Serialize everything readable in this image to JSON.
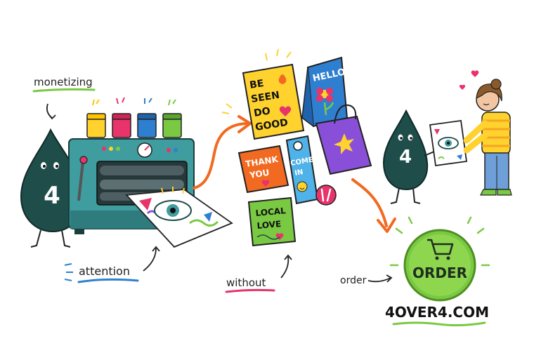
{
  "labels": {
    "monetizing": "monetizing",
    "attention": "attention",
    "without": "without",
    "order": "order"
  },
  "cards": {
    "be_seen_1": "BE",
    "be_seen_2": "SEEN",
    "be_seen_3": "DO",
    "be_seen_4": "GOOD",
    "hello": "HELLO",
    "thank_1": "THANK",
    "thank_2": "YOU",
    "come_1": "COME",
    "come_2": "IN",
    "local_1": "LOCAL",
    "local_2": "LOVE"
  },
  "character": {
    "number": "4"
  },
  "cta": {
    "button_label": "ORDER",
    "website": "4OVER4.COM"
  },
  "colors": {
    "ink_teal": "#1e4d4a",
    "machine_teal": "#3f9c9f",
    "orange": "#f26a21",
    "green_button": "#7ac943",
    "yellow": "#ffd22e",
    "pink": "#e8336b",
    "blue": "#2f7fd1",
    "purple": "#8a4fd8"
  }
}
